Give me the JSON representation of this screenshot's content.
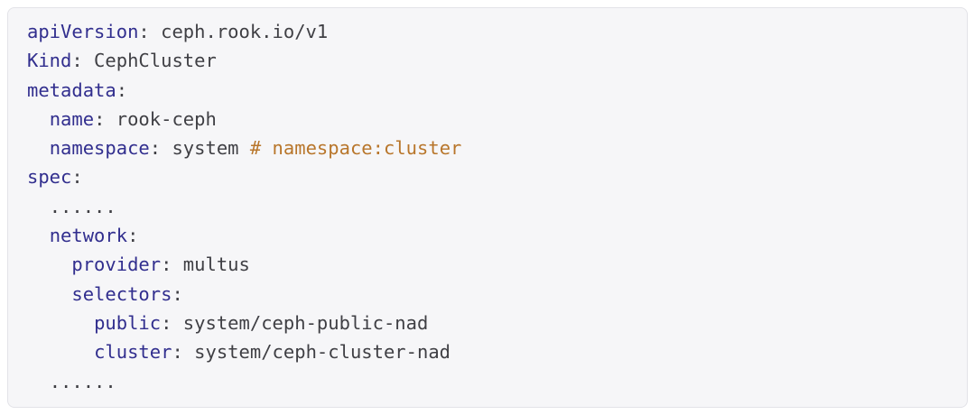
{
  "colors": {
    "page_background": "#ffffff",
    "card_background": "#f6f6f8",
    "card_border": "#e3e3e8",
    "key_color": "#312e8e",
    "value_color": "#3f3f44",
    "comment_color": "#b8762b"
  },
  "code": {
    "language": "yaml",
    "lines": [
      {
        "indent": "",
        "key": "apiVersion",
        "rest": ": ceph.rook.io/v1",
        "comment": ""
      },
      {
        "indent": "",
        "key": "Kind",
        "rest": ": CephCluster",
        "comment": ""
      },
      {
        "indent": "",
        "key": "metadata",
        "rest": ":",
        "comment": ""
      },
      {
        "indent": "  ",
        "key": "name",
        "rest": ": rook-ceph",
        "comment": ""
      },
      {
        "indent": "  ",
        "key": "namespace",
        "rest": ": system ",
        "comment": "# namespace:cluster"
      },
      {
        "indent": "",
        "key": "spec",
        "rest": ":",
        "comment": ""
      },
      {
        "indent": "  ",
        "key": "",
        "rest": "......",
        "comment": ""
      },
      {
        "indent": "  ",
        "key": "network",
        "rest": ":",
        "comment": ""
      },
      {
        "indent": "    ",
        "key": "provider",
        "rest": ": multus",
        "comment": ""
      },
      {
        "indent": "    ",
        "key": "selectors",
        "rest": ":",
        "comment": ""
      },
      {
        "indent": "      ",
        "key": "public",
        "rest": ": system/ceph-public-nad",
        "comment": ""
      },
      {
        "indent": "      ",
        "key": "cluster",
        "rest": ": system/ceph-cluster-nad",
        "comment": ""
      },
      {
        "indent": "  ",
        "key": "",
        "rest": "......",
        "comment": ""
      }
    ]
  }
}
